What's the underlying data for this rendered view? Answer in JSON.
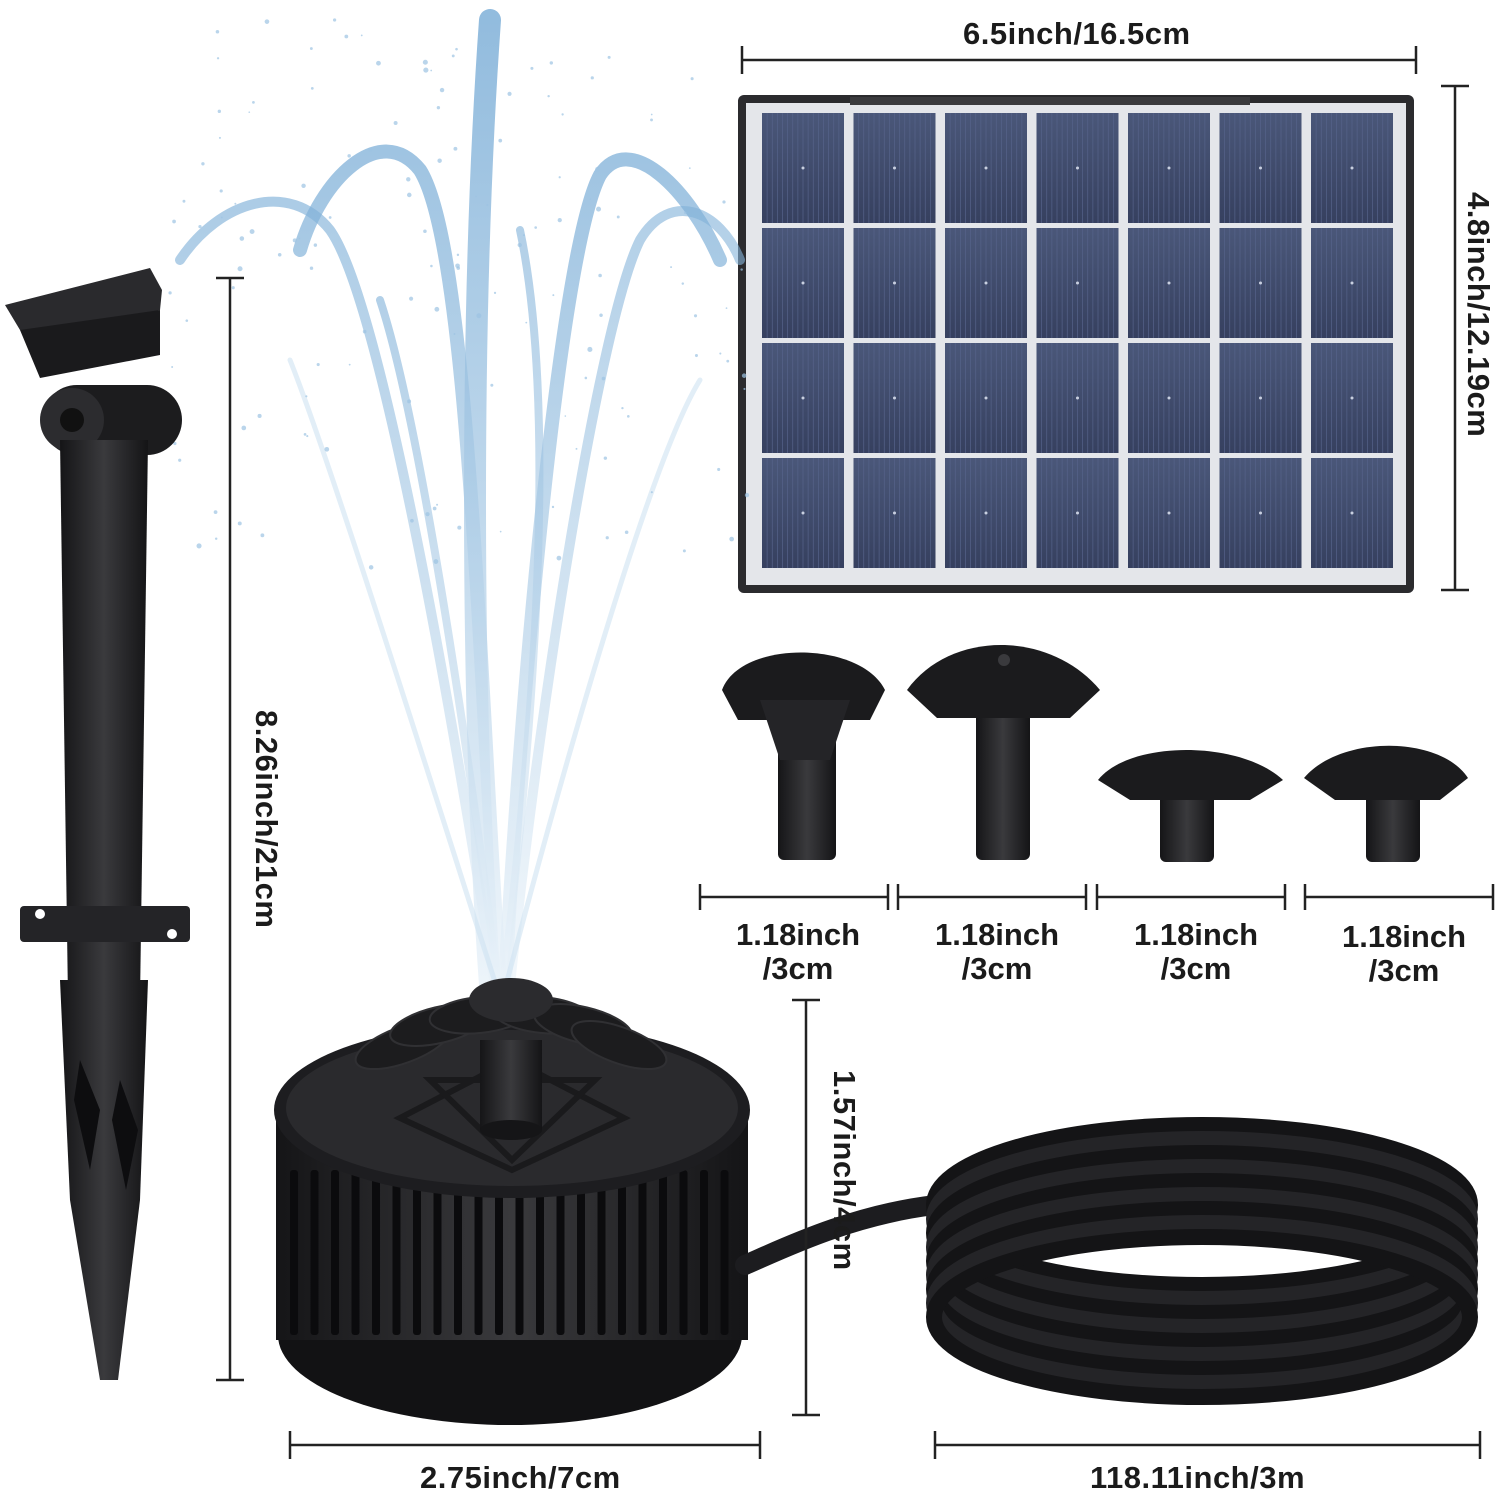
{
  "dimensions": {
    "panel_width": "6.5inch/16.5cm",
    "panel_height": "4.8inch/12.19cm",
    "stake_height": "8.26inch/21cm",
    "pump_height": "1.57inch/4cm",
    "pump_width": "2.75inch/7cm",
    "cable_length": "118.11inch/3m",
    "nozzles": [
      {
        "line1": "1.18inch",
        "line2": "/3cm"
      },
      {
        "line1": "1.18inch",
        "line2": "/3cm"
      },
      {
        "line1": "1.18inch",
        "line2": "/3cm"
      },
      {
        "line1": "1.18inch",
        "line2": "/3cm"
      }
    ]
  },
  "colors": {
    "background": "#ffffff",
    "plastic": "#1f1f21",
    "panel_cell": "#3f4b6e",
    "water": "#bcd6ea",
    "dimension_line": "#222222"
  }
}
